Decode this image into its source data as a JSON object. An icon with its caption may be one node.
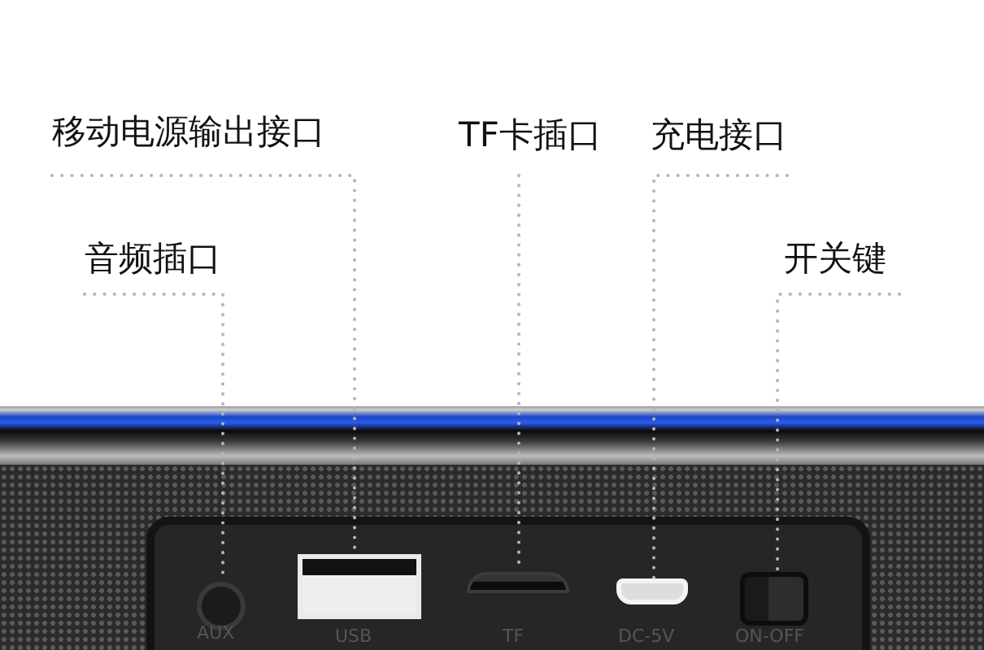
{
  "diagram": {
    "nodes": [
      {
        "text": [
          "移动电源输出接口"
        ]
      },
      {
        "text": [
          "TF卡插口"
        ]
      },
      {
        "text": [
          "充电接口"
        ]
      },
      {
        "text": [
          "音频插口"
        ]
      },
      {
        "text": [
          "开关键"
        ]
      },
      {
        "text": [],
        "shape": "circle"
      },
      {
        "text": [],
        "shape": "box"
      },
      {
        "text": [],
        "shape": "bar"
      },
      {
        "text": [],
        "shape": "box"
      },
      {
        "text": [],
        "shape": "box"
      }
    ],
    "edges": [
      {
        "from": 0,
        "to": 6,
        "arrow": "none"
      },
      {
        "from": 1,
        "to": 7,
        "arrow": "none"
      },
      {
        "from": 2,
        "to": 8,
        "arrow": "none"
      },
      {
        "from": 3,
        "to": 5,
        "arrow": "none"
      },
      {
        "from": 4,
        "to": 9,
        "arrow": "none"
      }
    ],
    "labels": [
      "AUX",
      "USB",
      "TF",
      "DC-5V",
      "ON-OFF"
    ]
  }
}
